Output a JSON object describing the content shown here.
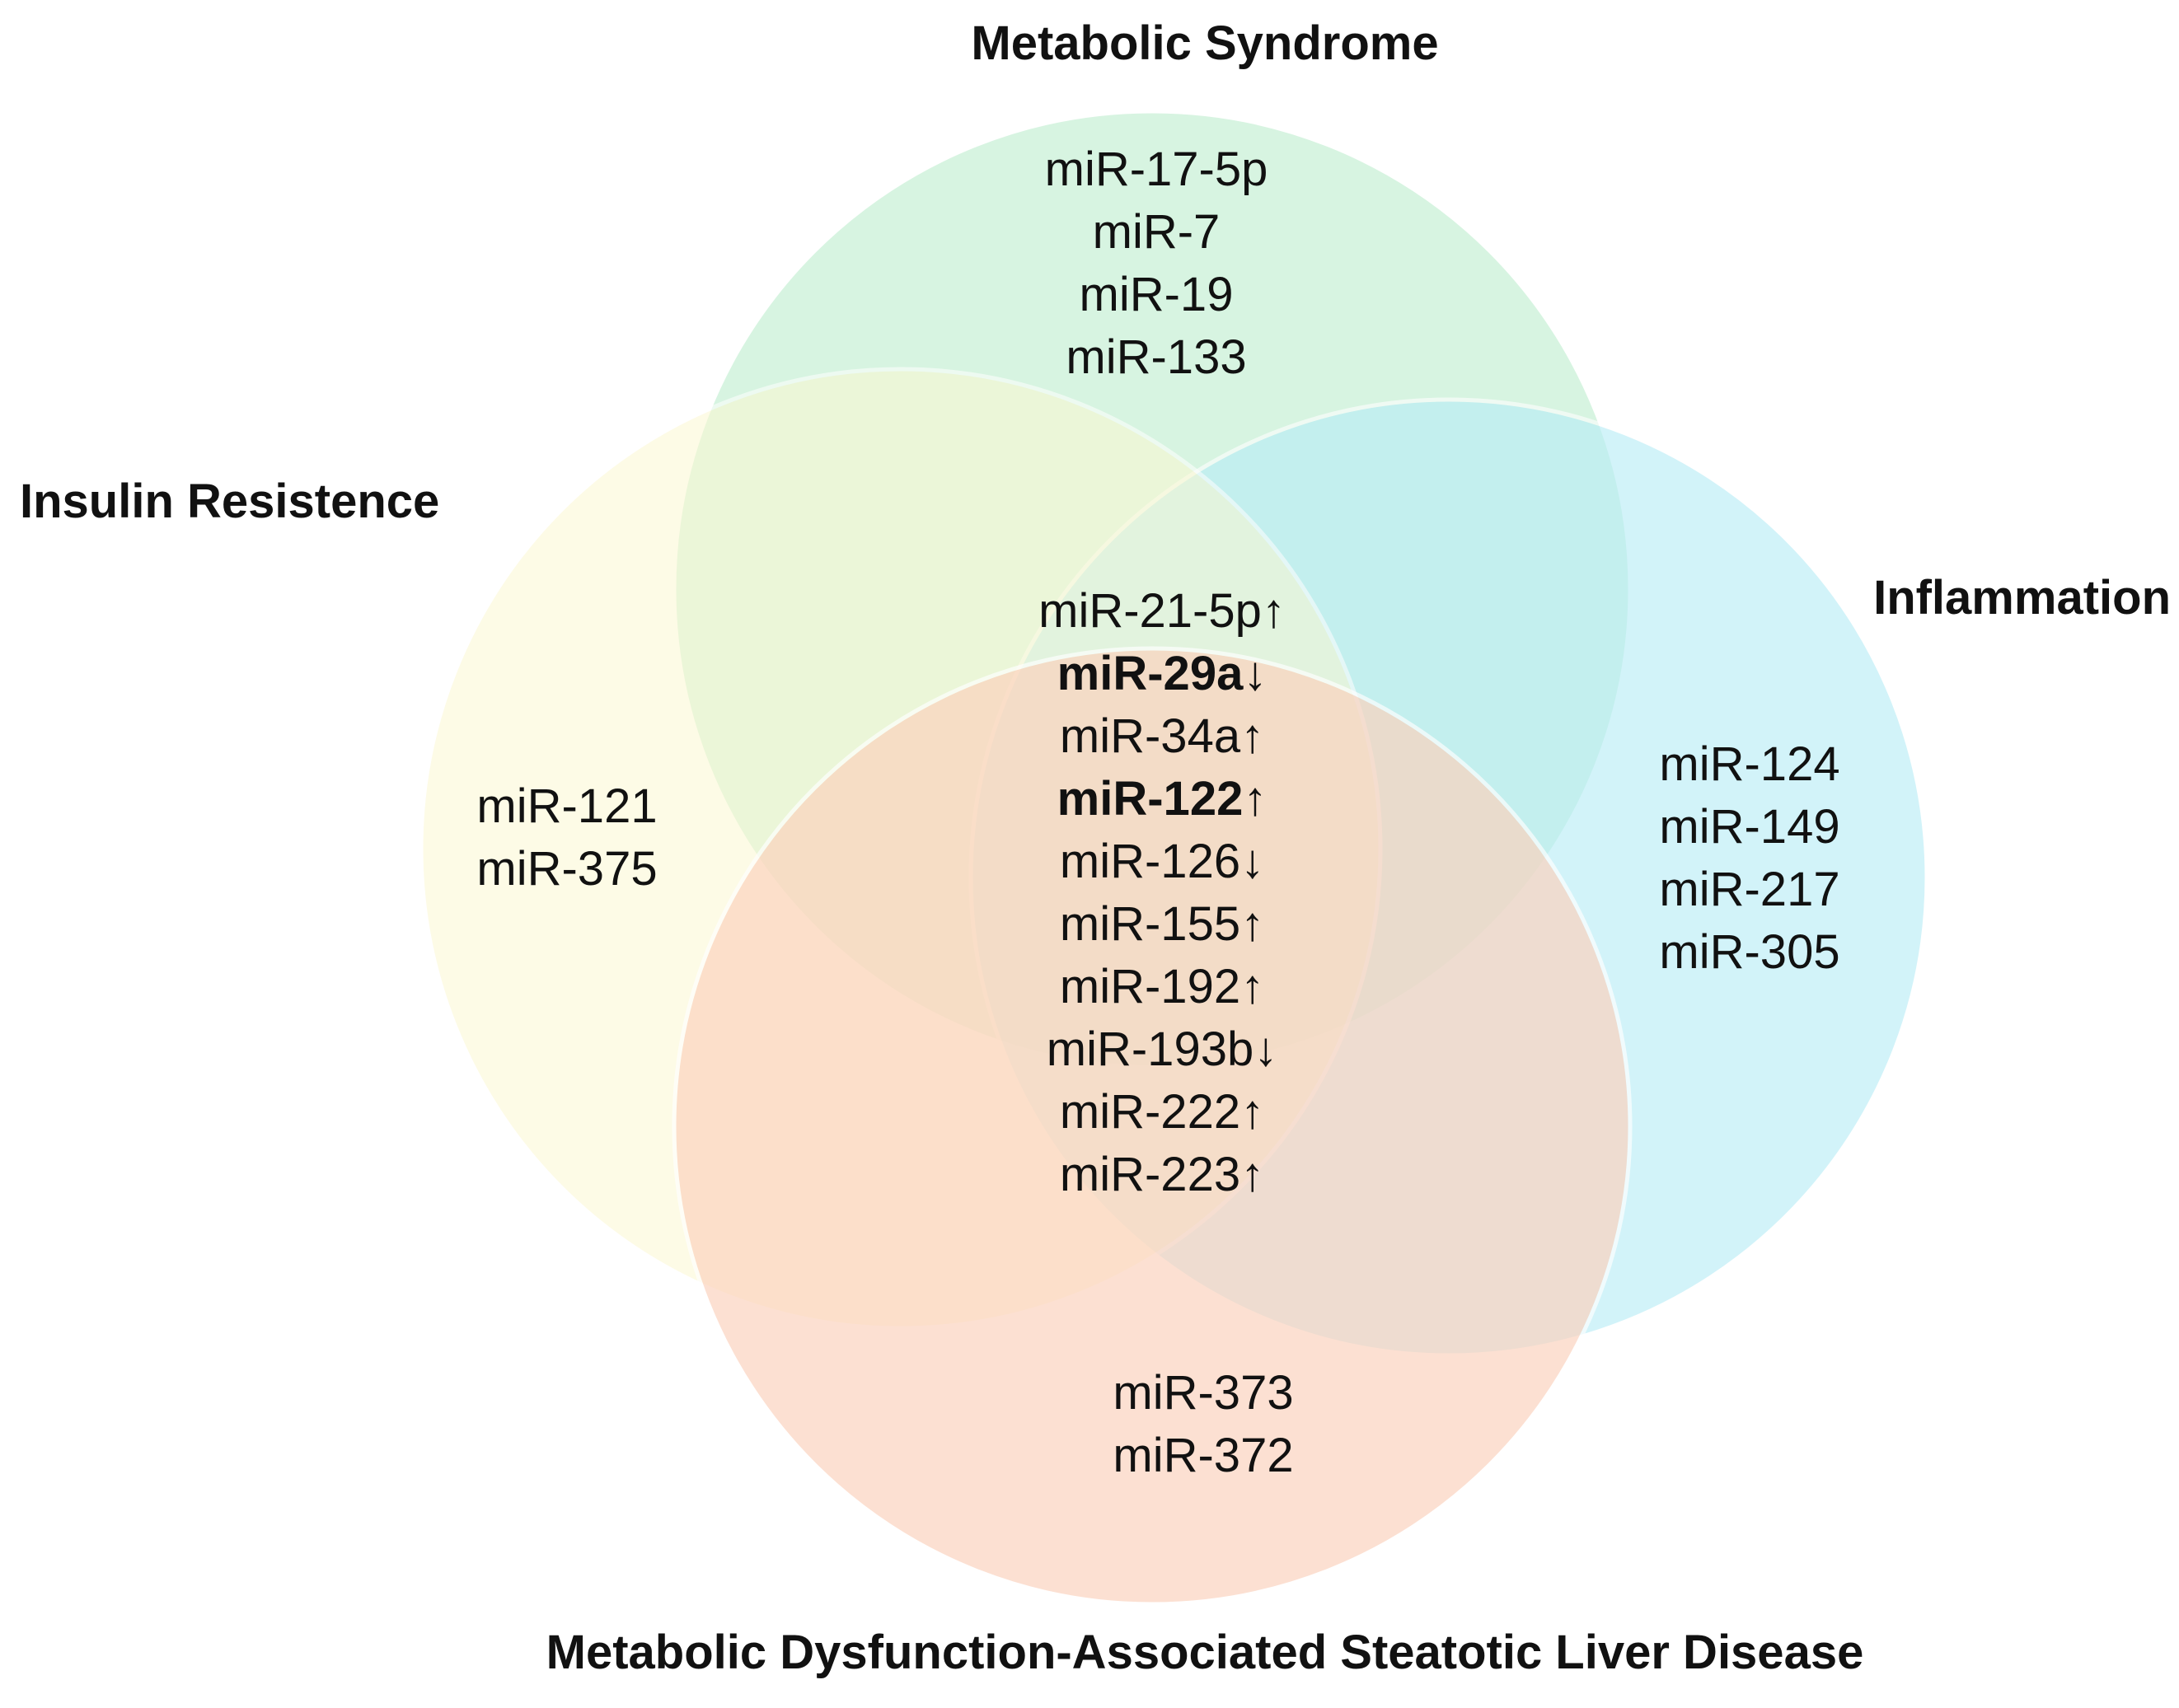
{
  "sets": {
    "metabolic_syndrome": {
      "title": "Metabolic Syndrome",
      "color": "#c8f0d6",
      "items": [
        "miR-17-5p",
        "miR-7",
        "miR-19",
        "miR-133"
      ]
    },
    "insulin_resistence": {
      "title": "Insulin Resistence",
      "color": "#fdf8d2",
      "items": [
        "miR-121",
        "miR-375"
      ]
    },
    "inflammation": {
      "title": "Inflammation",
      "color": "#b8ecf6",
      "items": [
        "miR-124",
        "miR-149",
        "miR-217",
        "miR-305"
      ]
    },
    "masld": {
      "title": "Metabolic Dysfunction-Associated Steatotic Liver Disease",
      "color": "#fcd2bd",
      "items": [
        "miR-373",
        "miR-372"
      ]
    }
  },
  "shared": {
    "items": [
      {
        "label": "miR-21-5p↑",
        "bold": false
      },
      {
        "label": "miR-29a↓",
        "bold": true
      },
      {
        "label": "miR-34a↑",
        "bold": false
      },
      {
        "label": "miR-122↑",
        "bold": true
      },
      {
        "label": "miR-126↓",
        "bold": false
      },
      {
        "label": "miR-155↑",
        "bold": false
      },
      {
        "label": "miR-192↑",
        "bold": false
      },
      {
        "label": "miR-193b↓",
        "bold": false
      },
      {
        "label": "miR-222↑",
        "bold": false
      },
      {
        "label": "miR-223↑",
        "bold": false
      }
    ]
  }
}
